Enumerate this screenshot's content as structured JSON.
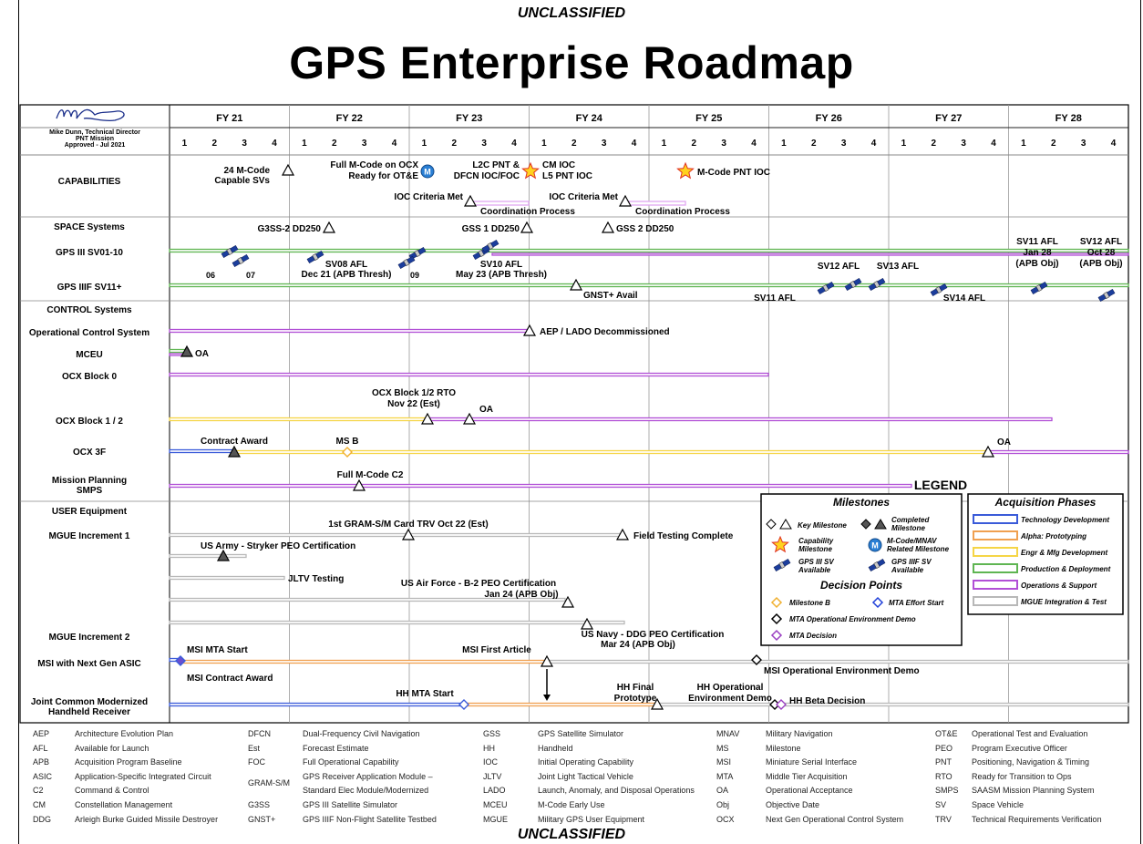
{
  "classification_top": "UNCLASSIFIED",
  "classification_bottom": "UNCLASSIFIED",
  "title": "GPS Enterprise Roadmap",
  "approval": {
    "line1": "Mike Dunn, Technical Director",
    "line2": "PNT Mission",
    "line3": "Approved - Jul 2021"
  },
  "fiscal_years": [
    "FY 21",
    "FY 22",
    "FY 23",
    "FY 24",
    "FY 25",
    "FY 26",
    "FY 27",
    "FY 28"
  ],
  "quarters": [
    "1",
    "2",
    "3",
    "4"
  ],
  "rows": {
    "capabilities": "CAPABILITIES",
    "space_systems": "SPACE Systems",
    "gps3": "GPS III SV01-10",
    "gps3f": "GPS IIIF SV11+",
    "control": "CONTROL Systems",
    "ocs": "Operational Control System",
    "mceu": "MCEU",
    "ocx0": "OCX Block 0",
    "ocx12": "OCX Block 1 / 2",
    "ocx3f": "OCX 3F",
    "mps1": "Mission Planning",
    "mps2": "SMPS",
    "user": "USER Equipment",
    "mgue1": "MGUE Increment 1",
    "mgue2": "MGUE Increment 2",
    "msi": "MSI with Next Gen ASIC",
    "jcm1": "Joint Common Modernized",
    "jcm2": "Handheld Receiver"
  },
  "labels": {
    "m24a": "24 M-Code",
    "m24b": "Capable SVs",
    "fullm1": "Full M-Code on OCX",
    "fullm2": "Ready for OT&E",
    "l2c1": "L2C PNT &",
    "l2c2": "DFCN IOC/FOC",
    "cm1": "CM IOC",
    "cm2": "L5 PNT IOC",
    "mpnt": "M-Code PNT IOC",
    "iocc1": "IOC Criteria Met",
    "coord1": "Coordination Process",
    "iocc2": "IOC Criteria Met",
    "coord2": "Coordination Process",
    "g3ss": "G3SS-2 DD250",
    "gss1": "GSS 1 DD250",
    "gss2": "GSS 2 DD250",
    "sv06": "06",
    "sv07": "07",
    "sv08a": "SV08 AFL",
    "sv08b": "Dec 21 (APB Thresh)",
    "sv09": "09",
    "sv10a": "SV10 AFL",
    "sv10b": "May 23 (APB Thresh)",
    "sv11t1": "SV11 AFL",
    "sv11t2": "Jan 28",
    "sv11t3": "(APB Obj)",
    "sv12t1": "SV12 AFL",
    "sv12t2": "Oct 28",
    "sv12t3": "(APB Obj)",
    "gnst": "GNST+ Avail",
    "sv12": "SV12 AFL",
    "sv13": "SV13 AFL",
    "sv11": "SV11 AFL",
    "sv14": "SV14 AFL",
    "aep": "AEP / LADO Decommissioned",
    "mceu_oa": "OA",
    "ocxrto1": "OCX Block 1/2 RTO",
    "ocxrto2": "Nov 22 (Est)",
    "ocx12oa": "OA",
    "contract": "Contract Award",
    "msb": "MS B",
    "ocx3foa": "OA",
    "fullc2": "Full M-Code C2",
    "gram": "1st GRAM-S/M Card TRV  Oct 22 (Est)",
    "ftc": "Field Testing Complete",
    "stryker": "US Army - Stryker PEO Certification",
    "jltv": "JLTV Testing",
    "b2a": "US Air Force - B-2 PEO Certification",
    "b2b": "Jan 24 (APB Obj)",
    "ddga": "US Navy - DDG PEO Certification",
    "ddgb": "Mar 24 (APB Obj)",
    "msimta": "MSI MTA Start",
    "msica": "MSI Contract Award",
    "msifa": "MSI First Article",
    "msioe": "MSI Operational Environment Demo",
    "hhmta": "HH MTA Start",
    "hhf1": "HH Final",
    "hhf2": "Prototype",
    "hhoe1": "HH Operational",
    "hhoe2": "Environment Demo",
    "hhbeta": "HH Beta Decision",
    "legend": "LEGEND"
  },
  "legend": {
    "milestones_title": "Milestones",
    "key": "Key Milestone",
    "completed1": "Completed",
    "completed2": "Milestone",
    "cap1": "Capability",
    "cap2": "Milestone",
    "mcode1": "M-Code/MNAV",
    "mcode2": "Related Milestone",
    "g3a": "GPS III SV",
    "g3b": "Available",
    "g3fa": "GPS IIIF SV",
    "g3fb": "Available",
    "m_letter": "M",
    "dp_title": "Decision Points",
    "msb": "Milestone B",
    "mta_start": "MTA Effort Start",
    "mta_oe": "MTA Operational Environment Demo",
    "mta_dec": "MTA Decision",
    "phases_title": "Acquisition Phases",
    "phases": [
      {
        "label": "Technology Development",
        "color": "#3a5bd9"
      },
      {
        "label": "Alpha: Prototyping",
        "color": "#f0a050"
      },
      {
        "label": "Engr & Mfg Development",
        "color": "#f5d547"
      },
      {
        "label": "Production & Deployment",
        "color": "#5fb552"
      },
      {
        "label": "Operations & Support",
        "color": "#b14fd6"
      },
      {
        "label": "MGUE Integration & Test",
        "color": "#b8b8b8"
      }
    ]
  },
  "abbreviations": [
    [
      [
        "AEP",
        "Architecture Evolution Plan"
      ],
      [
        "AFL",
        "Available for Launch"
      ],
      [
        "APB",
        "Acquisition Program Baseline"
      ],
      [
        "ASIC",
        "Application-Specific Integrated Circuit"
      ],
      [
        "C2",
        "Command & Control"
      ],
      [
        "CM",
        "Constellation Management"
      ],
      [
        "DDG",
        "Arleigh Burke Guided Missile Destroyer"
      ]
    ],
    [
      [
        "DFCN",
        "Dual-Frequency Civil Navigation"
      ],
      [
        "Est",
        "Forecast Estimate"
      ],
      [
        "FOC",
        "Full Operational Capability"
      ],
      [
        "GRAM-S/M",
        "GPS Receiver Application Module –"
      ],
      [
        "",
        "Standard Elec Module/Modernized"
      ],
      [
        "G3SS",
        "GPS III Satellite Simulator"
      ],
      [
        "GNST+",
        "GPS IIIF Non-Flight Satellite Testbed"
      ]
    ],
    [
      [
        "GSS",
        "GPS Satellite Simulator"
      ],
      [
        "HH",
        "Handheld"
      ],
      [
        "IOC",
        "Initial Operating Capability"
      ],
      [
        "JLTV",
        "Joint Light Tactical Vehicle"
      ],
      [
        "LADO",
        "Launch, Anomaly, and Disposal Operations"
      ],
      [
        "MCEU",
        "M-Code Early Use"
      ],
      [
        "MGUE",
        "Military GPS User Equipment"
      ]
    ],
    [
      [
        "MNAV",
        "Military Navigation"
      ],
      [
        "MS",
        "Milestone"
      ],
      [
        "MSI",
        "Miniature Serial Interface"
      ],
      [
        "MTA",
        "Middle Tier Acquisition"
      ],
      [
        "OA",
        "Operational Acceptance"
      ],
      [
        "Obj",
        "Objective Date"
      ],
      [
        "OCX",
        "Next Gen Operational Control System"
      ]
    ],
    [
      [
        "OT&E",
        "Operational Test and Evaluation"
      ],
      [
        "PEO",
        "Program Executive Officer"
      ],
      [
        "PNT",
        "Positioning, Navigation & Timing"
      ],
      [
        "RTO",
        "Ready for Transition to Ops"
      ],
      [
        "SMPS",
        "SAASM Mission Planning System"
      ],
      [
        "SV",
        "Space Vehicle"
      ],
      [
        "TRV",
        "Technical Requirements Verification"
      ]
    ]
  ]
}
